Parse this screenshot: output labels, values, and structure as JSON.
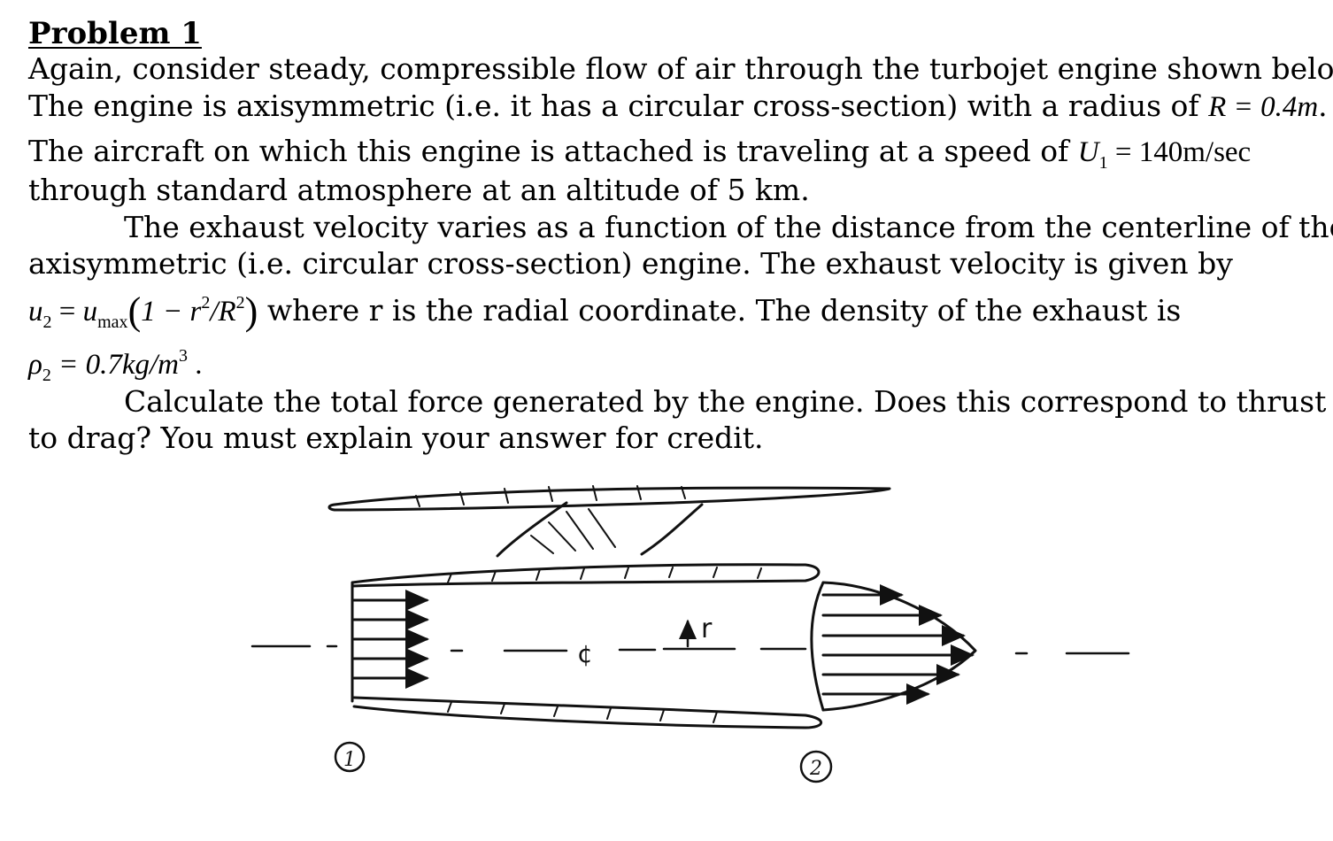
{
  "problem": {
    "title": "Problem 1",
    "lines": {
      "l1": "Again, consider steady, compressible flow of air through the turbojet engine shown below.",
      "l2_prefix": "The engine is axisymmetric (i.e. it has a circular cross-section) with a radius of",
      "l2_math": "R = 0.4m",
      "l2_suffix": ".",
      "l3_prefix": "The aircraft on which this engine is attached is traveling at a speed of",
      "l3_math_U": "U",
      "l3_math_sub": "1",
      "l3_math_rest": " = 140m/sec",
      "l4": "through standard atmosphere at an altitude of 5 km.",
      "l5": "The exhaust velocity varies as a function of the distance from the centerline of the",
      "l6": "axisymmetric (i.e. circular cross-section) engine.  The exhaust velocity is given by",
      "l7_u": "u",
      "l7_sub2": "2",
      "l7_eq": " = ",
      "l7_umax": "u",
      "l7_max": "max",
      "l7_open": "(",
      "l7_inner1": "1 − r",
      "l7_sup1": "2",
      "l7_slash": "/R",
      "l7_sup2": "2",
      "l7_close": ")",
      "l7_text": " where r is the radial coordinate.  The density of the exhaust is",
      "l8_rho": "ρ",
      "l8_sub": "2",
      "l8_rest": " = 0.7kg/m",
      "l8_sup": "3",
      "l8_end": " .",
      "l9": "Calculate the total force generated by the engine.  Does this correspond to thrust or",
      "l10": "to drag?  You must explain your answer for credit."
    }
  },
  "diagram": {
    "station_1_label": "1",
    "station_2_label": "2",
    "radial_label": "r",
    "centerline_label": "¢"
  }
}
